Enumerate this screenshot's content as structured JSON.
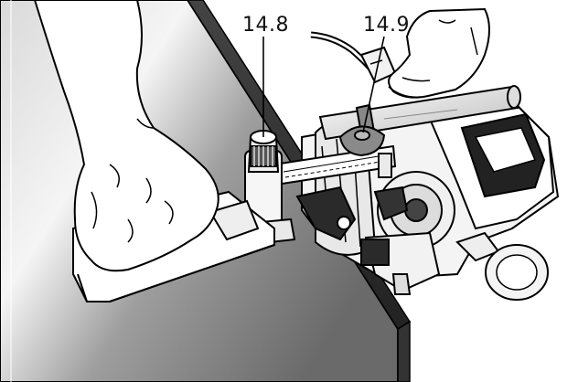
{
  "callouts": [
    {
      "id": "14.8",
      "label": "14.8"
    },
    {
      "id": "14.9",
      "label": "14.9"
    }
  ],
  "colors": {
    "outline": "#000000",
    "panel_light": "#f2f2f2",
    "panel_mid": "#bdbdbd",
    "panel_dark": "#6e6e6e",
    "part_gray": "#8a8a8a",
    "part_dark": "#2a2a2a",
    "white": "#ffffff"
  },
  "icons": {
    "hand_left": "hand-icon",
    "hand_right": "hand-icon",
    "workpiece": "panel-icon",
    "tool": "router-tool-icon",
    "cable": "power-cable-icon",
    "knob_14_8": "adjustment-knob-icon",
    "knob_14_9": "lever-knob-icon"
  }
}
